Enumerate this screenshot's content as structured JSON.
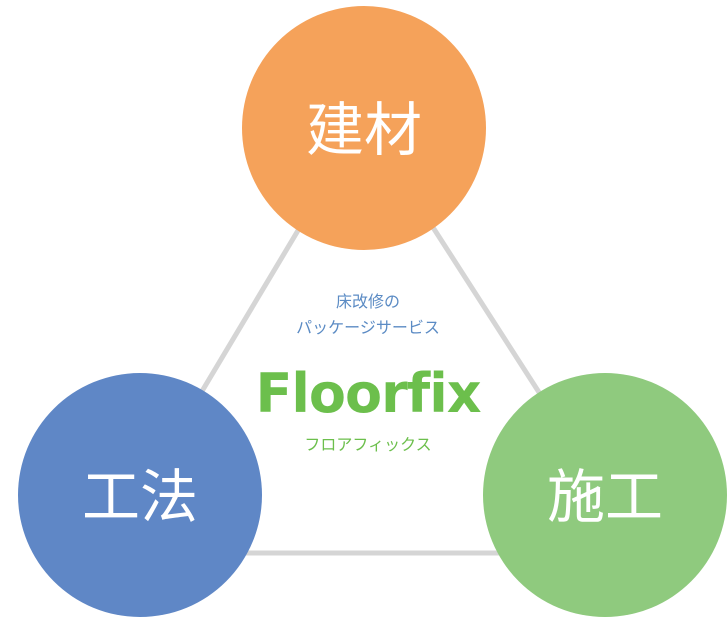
{
  "diagram": {
    "nodes": [
      {
        "id": "materials",
        "label": "建材",
        "color": "#f5a25a"
      },
      {
        "id": "method",
        "label": "工法",
        "color": "#5f87c6"
      },
      {
        "id": "construction",
        "label": "施工",
        "color": "#8fca7e"
      }
    ],
    "edge_color": "#d5d5d5",
    "center": {
      "subtitle_line1": "床改修の",
      "subtitle_line2": "パッケージサービス",
      "brand_name": "Floorfix",
      "brand_kana": "フロアフィックス",
      "brand_color": "#6cbf4c"
    }
  }
}
